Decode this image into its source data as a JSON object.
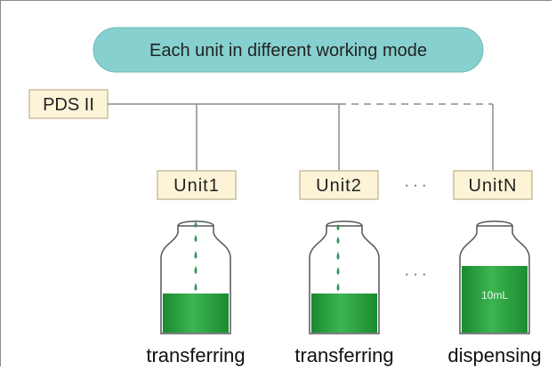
{
  "header": {
    "title": "Each unit in different working mode"
  },
  "controller": {
    "label": "PDS II"
  },
  "units": [
    {
      "label": "Unit1",
      "mode": "transferring",
      "droplets": true,
      "volume_label": ""
    },
    {
      "label": "Unit2",
      "mode": "transferring",
      "droplets": true,
      "volume_label": ""
    },
    {
      "label": "UnitN",
      "mode": "dispensing",
      "droplets": false,
      "volume_label": "10mL"
    }
  ],
  "ellipsis": {
    "units": "· · ·",
    "bottles": "· · ·"
  },
  "colors": {
    "header_fill": "#86d0cf",
    "label_fill": "#fdf4d8",
    "label_border": "#c9bf9c",
    "liquid_dark": "#1f8f33",
    "liquid_light": "#3fb554",
    "droplet": "#2e9a55",
    "line": "#8c8c8c"
  }
}
